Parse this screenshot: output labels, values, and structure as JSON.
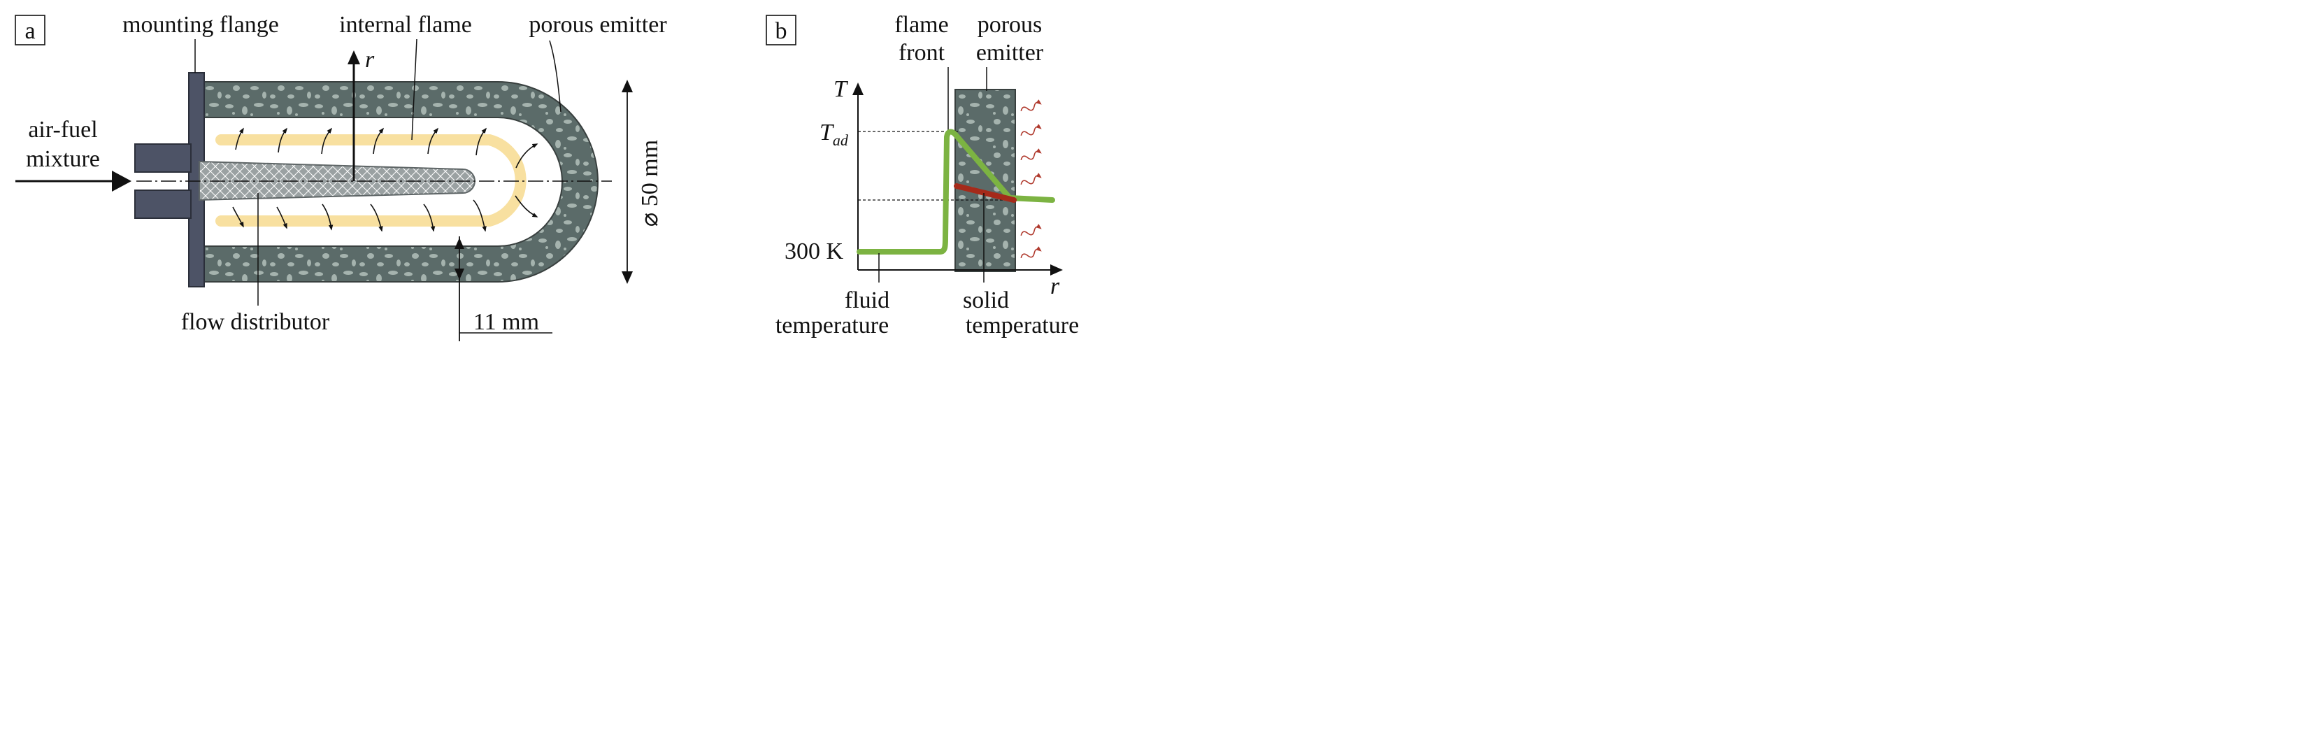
{
  "panel_a": {
    "tag": "a",
    "mounting_flange": "mounting flange",
    "internal_flame": "internal flame",
    "porous_emitter": "porous emitter",
    "radius_symbol": "r",
    "inlet_line1": "air-fuel",
    "inlet_line2": "mixture",
    "diameter": "⌀ 50 mm",
    "flow_distributor": "flow distributor",
    "thickness": "11 mm"
  },
  "panel_b": {
    "tag": "b",
    "flame_front_line1": "flame",
    "flame_front_line2": "front",
    "porous_emitter_line1": "porous",
    "porous_emitter_line2": "emitter",
    "t_axis": "T",
    "t_ad_main": "T",
    "t_ad_sub": "ad",
    "t_300": "300 K",
    "r_axis": "r",
    "fluid_line1": "fluid",
    "fluid_line2": "temperature",
    "solid_line1": "solid",
    "solid_line2": "temperature"
  },
  "colors": {
    "emitter_fill": "#5b6b69",
    "emitter_spots": "#a5b3ae",
    "flange_fill": "#4d5366",
    "flame": "#f8e0a0",
    "distributor": "#9aa1a2",
    "fluid_curve": "#7cb342",
    "solid_curve": "#a52a1a",
    "radiation": "#b03a2e"
  }
}
